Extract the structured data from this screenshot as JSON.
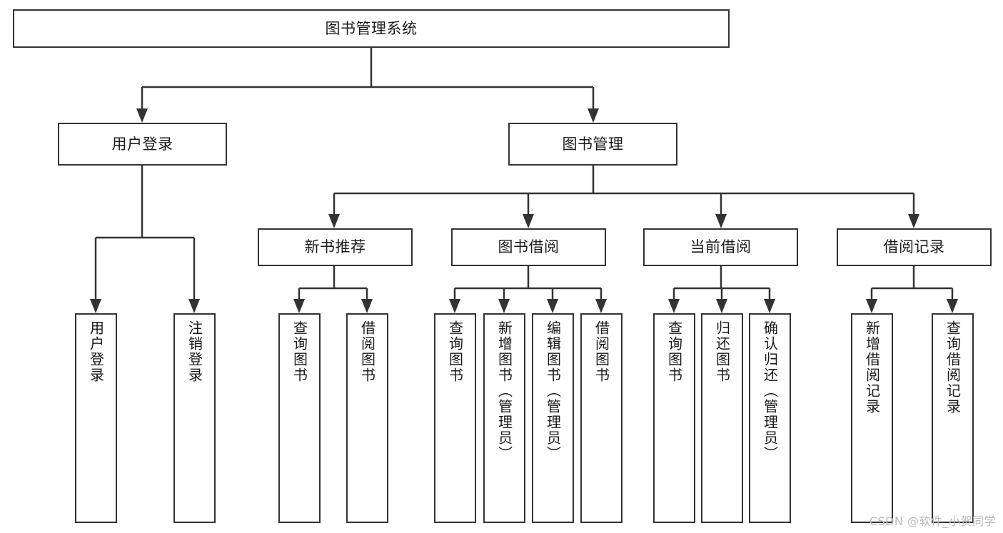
{
  "diagram": {
    "type": "tree-hierarchy",
    "title": "图书管理系统",
    "watermark": "CSDN @软件_小贺同学",
    "colors": {
      "box_border": "#333333",
      "box_fill": "#ffffff",
      "connector": "#333333",
      "text": "#1a1a1a",
      "watermark": "#b9b9b9",
      "background": "#ffffff"
    },
    "nodes": {
      "root": {
        "label": "图书管理系统"
      },
      "level2": [
        {
          "id": "user-login",
          "label": "用户登录"
        },
        {
          "id": "book-management",
          "label": "图书管理"
        }
      ],
      "level3": [
        {
          "id": "new-book-recommend",
          "label": "新书推荐"
        },
        {
          "id": "book-borrow",
          "label": "图书借阅"
        },
        {
          "id": "current-borrow",
          "label": "当前借阅"
        },
        {
          "id": "borrow-record",
          "label": "借阅记录"
        }
      ],
      "leaves": {
        "user-login": [
          {
            "id": "leaf-user-login",
            "label": "用户登录"
          },
          {
            "id": "leaf-logout",
            "label": "注销登录"
          }
        ],
        "new-book-recommend": [
          {
            "id": "leaf-query-book-1",
            "label": "查询图书"
          },
          {
            "id": "leaf-borrow-book-1",
            "label": "借阅图书"
          }
        ],
        "book-borrow": [
          {
            "id": "leaf-query-book-2",
            "label": "查询图书"
          },
          {
            "id": "leaf-add-book",
            "label": "新增图书（管理员）"
          },
          {
            "id": "leaf-edit-book",
            "label": "编辑图书（管理员）"
          },
          {
            "id": "leaf-borrow-book-2",
            "label": "借阅图书"
          }
        ],
        "current-borrow": [
          {
            "id": "leaf-query-book-3",
            "label": "查询图书"
          },
          {
            "id": "leaf-return-book",
            "label": "归还图书"
          },
          {
            "id": "leaf-confirm-return",
            "label": "确认归还（管理员）"
          }
        ],
        "borrow-record": [
          {
            "id": "leaf-add-record",
            "label": "新增借阅记录"
          },
          {
            "id": "leaf-query-record",
            "label": "查询借阅记录"
          }
        ]
      }
    }
  }
}
